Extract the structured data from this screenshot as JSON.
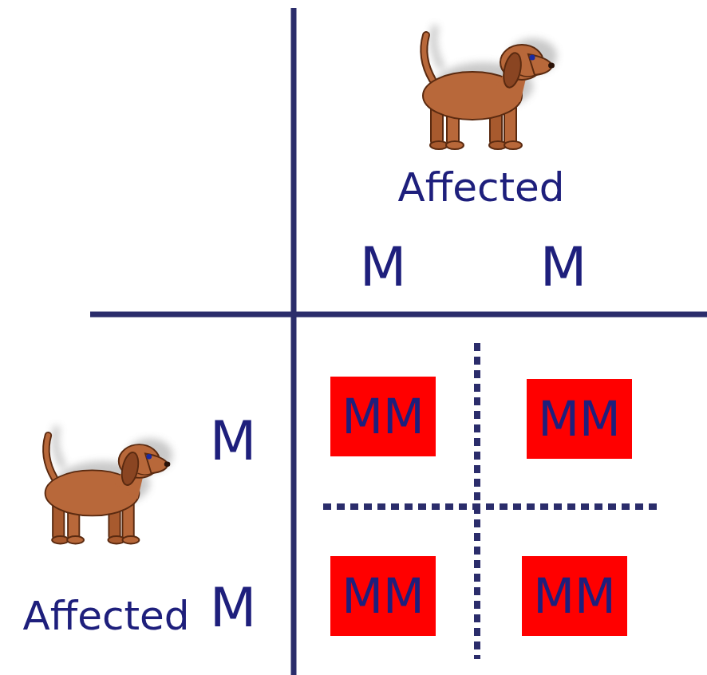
{
  "diagram": {
    "nodes": [
      {
        "text": [
          "MM"
        ]
      },
      {
        "text": [
          "MM"
        ]
      },
      {
        "text": [
          "MM"
        ]
      },
      {
        "text": [
          "MM"
        ]
      }
    ],
    "labels": [
      "Affected",
      "M",
      "M",
      "M",
      "Affected",
      "M"
    ]
  }
}
